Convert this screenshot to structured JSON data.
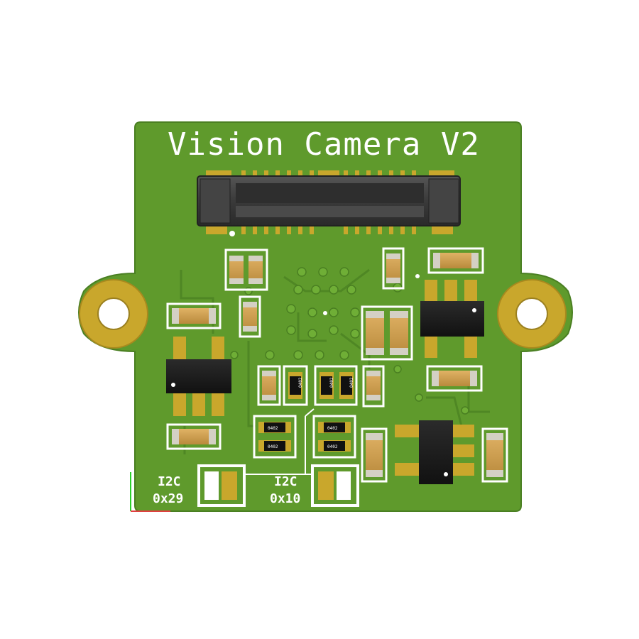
{
  "board": {
    "title": "Vision Camera V2",
    "colors": {
      "pcb": "#5f9a2c",
      "pcb_dark": "#4f8424",
      "silkscreen": "#ffffff",
      "pad_gold": "#c9a72c",
      "chip_black": "#1c1c1c",
      "connector_gray": "#3a3a3a"
    }
  },
  "i2c_labels": [
    {
      "line1": "I2C",
      "line2": "0x29"
    },
    {
      "line1": "I2C",
      "line2": "0x10"
    }
  ],
  "part_markings": {
    "resistor": "0402"
  },
  "icons": {
    "mounting_hole": "mounting-hole-icon",
    "connector": "fpc-connector-icon",
    "ic": "ic-chip-icon"
  }
}
